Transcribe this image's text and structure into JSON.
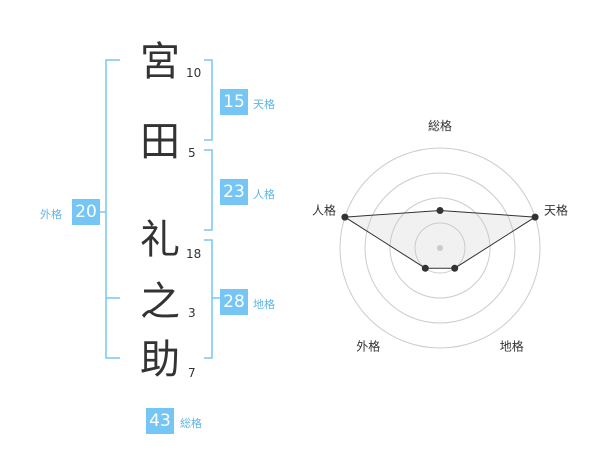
{
  "colors": {
    "accent": "#75c6f4",
    "accent_text": "#5fb4e8",
    "text": "#333333",
    "grid": "#cccccc"
  },
  "name": {
    "chars": [
      {
        "char": "宮",
        "strokes": "10"
      },
      {
        "char": "田",
        "strokes": "5"
      },
      {
        "char": "礼",
        "strokes": "18"
      },
      {
        "char": "之",
        "strokes": "3"
      },
      {
        "char": "助",
        "strokes": "7"
      }
    ]
  },
  "kaku": {
    "tenkaku": {
      "value": "15",
      "label": "天格"
    },
    "jinkaku": {
      "value": "23",
      "label": "人格"
    },
    "chikaku": {
      "value": "28",
      "label": "地格"
    },
    "gaikaku": {
      "value": "20",
      "label": "外格"
    },
    "soukaku": {
      "value": "43",
      "label": "総格"
    }
  },
  "chart_data": {
    "type": "radar",
    "axes": [
      "総格",
      "天格",
      "地格",
      "外格",
      "人格"
    ],
    "values": [
      1.5,
      4,
      1,
      1,
      4
    ],
    "max": 4,
    "rings": 4
  }
}
